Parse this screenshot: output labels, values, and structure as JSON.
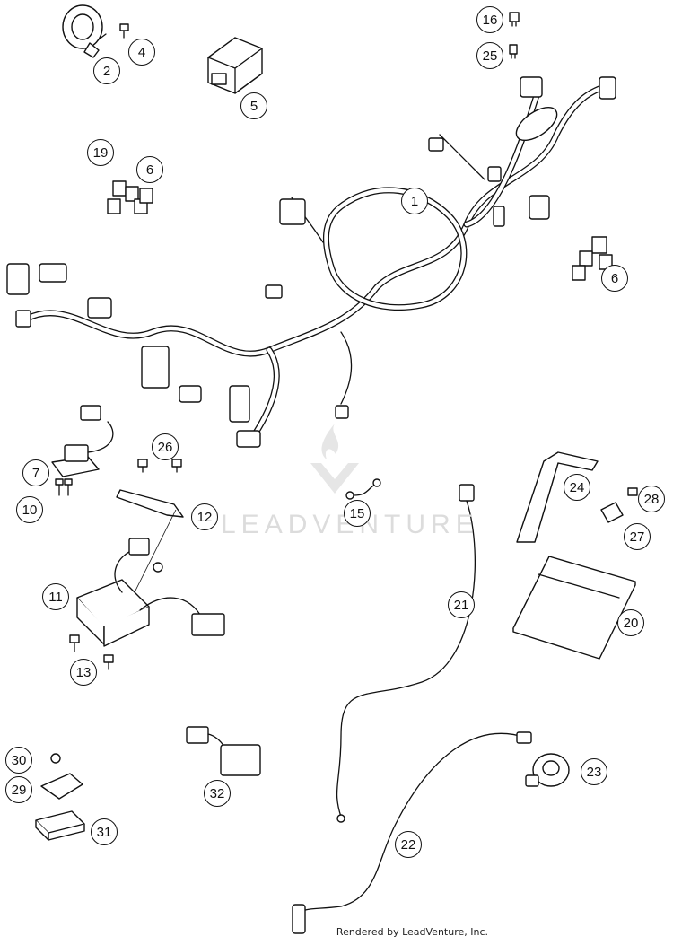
{
  "credit": "Rendered by LeadVenture, Inc.",
  "watermark": "LEADVENTURE",
  "callouts": [
    {
      "label": "1"
    },
    {
      "label": "2"
    },
    {
      "label": "4"
    },
    {
      "label": "5"
    },
    {
      "label": "16"
    },
    {
      "label": "25"
    },
    {
      "label": "19"
    },
    {
      "label": "6"
    },
    {
      "label": "6"
    },
    {
      "label": "7"
    },
    {
      "label": "10"
    },
    {
      "label": "26"
    },
    {
      "label": "12"
    },
    {
      "label": "15"
    },
    {
      "label": "11"
    },
    {
      "label": "13"
    },
    {
      "label": "21"
    },
    {
      "label": "24"
    },
    {
      "label": "28"
    },
    {
      "label": "27"
    },
    {
      "label": "20"
    },
    {
      "label": "23"
    },
    {
      "label": "22"
    },
    {
      "label": "30"
    },
    {
      "label": "29"
    },
    {
      "label": "31"
    },
    {
      "label": "32"
    }
  ]
}
